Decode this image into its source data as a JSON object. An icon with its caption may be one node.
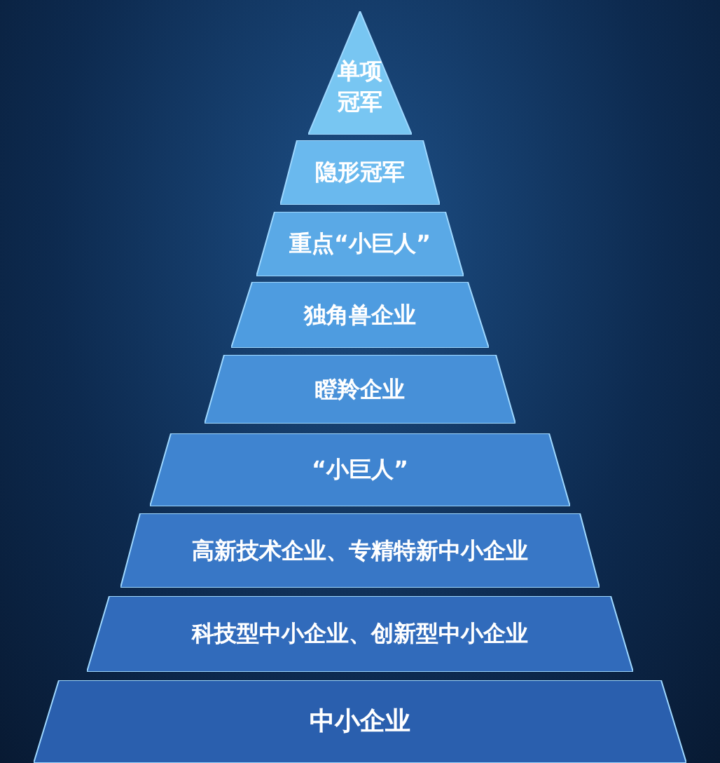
{
  "diagram": {
    "nodes": [
      {
        "text": [
          "单项冠军"
        ]
      },
      {
        "text": [
          "隐形冠军"
        ]
      },
      {
        "text": [
          "重点“小巨人”"
        ]
      },
      {
        "text": [
          "独角兽企业"
        ]
      },
      {
        "text": [
          "瞪羚企业"
        ]
      },
      {
        "text": [
          "“小巨人”"
        ]
      },
      {
        "text": [
          "高新技术企业、专精特新中小企业"
        ]
      },
      {
        "text": [
          "科技型中小企业、创新型中小企业"
        ]
      },
      {
        "text": [
          "中小企业"
        ]
      }
    ]
  }
}
